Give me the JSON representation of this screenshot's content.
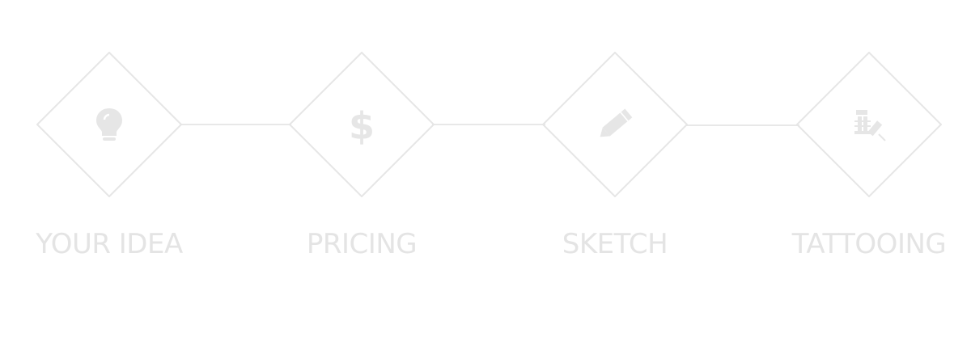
{
  "steps": [
    {
      "label": "YOUR IDEA",
      "icon": "lightbulb-icon"
    },
    {
      "label": "PRICING",
      "icon": "dollar-icon"
    },
    {
      "label": "SKETCH",
      "icon": "pencil-icon"
    },
    {
      "label": "TATTOOING",
      "icon": "tattoo-machine-icon"
    }
  ],
  "colors": {
    "line": "#e8e8e8",
    "diamond_stroke": "#e6e6e6",
    "icon": "#e6e6e6",
    "label": "#e4e4e4",
    "background": "#ffffff"
  }
}
